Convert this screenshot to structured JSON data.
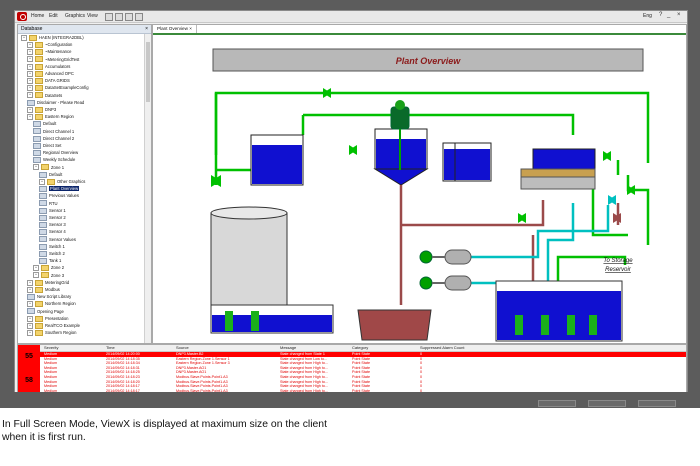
{
  "menu": {
    "home": "Home",
    "edit": "Edit",
    "graphics": "Graphics",
    "view": "View",
    "user": "Eng"
  },
  "database_panel": {
    "title": "Database",
    "items": [
      {
        "label": "HAEN (INTEGRA2DBL)",
        "indent": 0,
        "folder": true
      },
      {
        "label": "~Configuration",
        "indent": 1,
        "folder": true
      },
      {
        "label": "~Maintenance",
        "indent": 1,
        "folder": true
      },
      {
        "label": "~MeteringGridTest",
        "indent": 1,
        "folder": true
      },
      {
        "label": "Accumulators",
        "indent": 1,
        "folder": true
      },
      {
        "label": "Advanced OPC",
        "indent": 1,
        "folder": true
      },
      {
        "label": "DATA GRIDS",
        "indent": 1,
        "folder": true
      },
      {
        "label": "DataSetExampleConfig",
        "indent": 1,
        "folder": true
      },
      {
        "label": "DataSets",
        "indent": 1,
        "folder": true
      },
      {
        "label": "Disclaimer - Please Read",
        "indent": 1,
        "folder": false
      },
      {
        "label": "DNP3",
        "indent": 1,
        "folder": true
      },
      {
        "label": "Eastern Region",
        "indent": 1,
        "folder": true
      },
      {
        "label": "Default",
        "indent": 2,
        "folder": false
      },
      {
        "label": "Direct Channel 1",
        "indent": 2,
        "folder": false
      },
      {
        "label": "Direct Channel 2",
        "indent": 2,
        "folder": false
      },
      {
        "label": "Direct Set",
        "indent": 2,
        "folder": false
      },
      {
        "label": "Regional Overview",
        "indent": 2,
        "folder": false
      },
      {
        "label": "Weekly Schedule",
        "indent": 2,
        "folder": false
      },
      {
        "label": "Zone 1",
        "indent": 2,
        "folder": true
      },
      {
        "label": "Default",
        "indent": 3,
        "folder": false
      },
      {
        "label": "Other Graphics",
        "indent": 3,
        "folder": true
      },
      {
        "label": "Plant Overview",
        "indent": 3,
        "folder": false,
        "selected": true
      },
      {
        "label": "Previous Values",
        "indent": 3,
        "folder": false
      },
      {
        "label": "RTU",
        "indent": 3,
        "folder": false
      },
      {
        "label": "Sensor 1",
        "indent": 3,
        "folder": false
      },
      {
        "label": "Sensor 2",
        "indent": 3,
        "folder": false
      },
      {
        "label": "Sensor 3",
        "indent": 3,
        "folder": false
      },
      {
        "label": "Sensor 4",
        "indent": 3,
        "folder": false
      },
      {
        "label": "Sensor Values",
        "indent": 3,
        "folder": false
      },
      {
        "label": "Switch 1",
        "indent": 3,
        "folder": false
      },
      {
        "label": "Switch 2",
        "indent": 3,
        "folder": false
      },
      {
        "label": "Tank 1",
        "indent": 3,
        "folder": false
      },
      {
        "label": "Zone 2",
        "indent": 2,
        "folder": true
      },
      {
        "label": "Zone 3",
        "indent": 2,
        "folder": true
      },
      {
        "label": "MeteringGrid",
        "indent": 1,
        "folder": true
      },
      {
        "label": "Modbus",
        "indent": 1,
        "folder": true
      },
      {
        "label": "New Script Library",
        "indent": 1,
        "folder": false
      },
      {
        "label": "Northern Region",
        "indent": 1,
        "folder": true
      },
      {
        "label": "Opening Page",
        "indent": 1,
        "folder": false
      },
      {
        "label": "Presentation",
        "indent": 1,
        "folder": true
      },
      {
        "label": "RealTCO Example",
        "indent": 1,
        "folder": true
      },
      {
        "label": "Southern Region",
        "indent": 1,
        "folder": true
      }
    ]
  },
  "tab": {
    "label": "Plant Overview"
  },
  "mimic": {
    "title": "Plant Overview",
    "storage_label_1": "To Storage",
    "storage_label_2": "Reservoir"
  },
  "alarms": {
    "counts": [
      "55",
      "58"
    ],
    "columns": [
      "Severity",
      "Time",
      "Source",
      "Message",
      "Category",
      "Suppressed Alarm Count"
    ],
    "rows": [
      [
        "Medium",
        "2014/09/02 14:20:00",
        "DNP3.Master.B2",
        "State changed from State 1",
        "Point State",
        "0"
      ],
      [
        "Medium",
        "2014/09/02 14:18:35",
        "Eastern Region.Zone 1.Sensor 1",
        "State changed from Low to...",
        "Point State",
        "0"
      ],
      [
        "Medium",
        "2014/09/02 14:18:34",
        "Eastern Region.Zone 1.Sensor 3",
        "State changed from High to...",
        "Point State",
        "0"
      ],
      [
        "Medium",
        "2014/09/02 14:18:31",
        "DNP3.Master.AO1",
        "State changed from High to...",
        "Point State",
        "0"
      ],
      [
        "Medium",
        "2014/09/02 14:18:25",
        "DNP3.Master.AO1",
        "State changed from High to...",
        "Point State",
        "0"
      ],
      [
        "Medium",
        "2014/09/02 14:18:23",
        "Modbus.Slave.Points.Point1.A3",
        "State changed from High to...",
        "Point State",
        "0"
      ],
      [
        "Medium",
        "2014/09/02 14:18:20",
        "Modbus.Slave.Points.Point1.A3",
        "State changed from High to...",
        "Point State",
        "0"
      ],
      [
        "Medium",
        "2014/09/02 14:18:17",
        "Modbus.Slave.Points.Point1.A3",
        "State changed from High to...",
        "Point State",
        "0"
      ],
      [
        "Medium",
        "2014/09/02 14:18:17",
        "Modbus.Slave.Points.Point1.A3",
        "State changed from High to...",
        "Point State",
        "0"
      ]
    ]
  },
  "caption": "In Full Screen Mode, ViewX is displayed at maximum size on the client when it is first run.",
  "colors": {
    "water": "#1010d0",
    "pipe_green": "#00c000",
    "pipe_cyan": "#00c0c0",
    "pipe_brown": "#9b4a4a",
    "alarm_red": "#ff0000"
  }
}
